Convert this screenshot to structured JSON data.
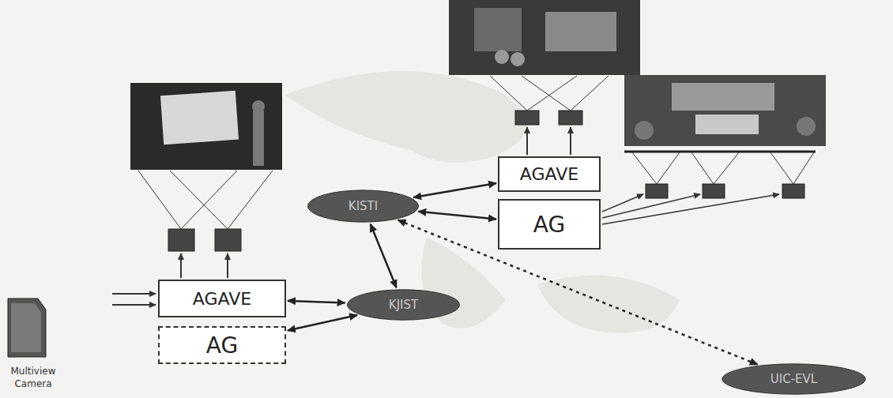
{
  "diagram": {
    "nodes": [
      {
        "text": [
          "KISTI"
        ]
      },
      {
        "text": [
          "AGAVE"
        ]
      },
      {
        "text": [
          "AG"
        ]
      },
      {
        "text": [
          "AGAVE"
        ]
      },
      {
        "text": [
          "AG"
        ]
      },
      {
        "text": [
          "KJIST"
        ]
      },
      {
        "text": [
          "UIC-EVL"
        ]
      }
    ],
    "edges": [
      {
        "from": 3,
        "to": 5,
        "arrow": "both"
      },
      {
        "from": 4,
        "to": 5,
        "arrow": "both"
      },
      {
        "from": 0,
        "to": 5,
        "arrow": "both"
      },
      {
        "from": 0,
        "to": 1,
        "arrow": "both"
      },
      {
        "from": 0,
        "to": 2,
        "arrow": "both"
      },
      {
        "from": 0,
        "to": 6,
        "arrow": "both"
      }
    ],
    "labels": [
      "Multiview Camera"
    ]
  }
}
